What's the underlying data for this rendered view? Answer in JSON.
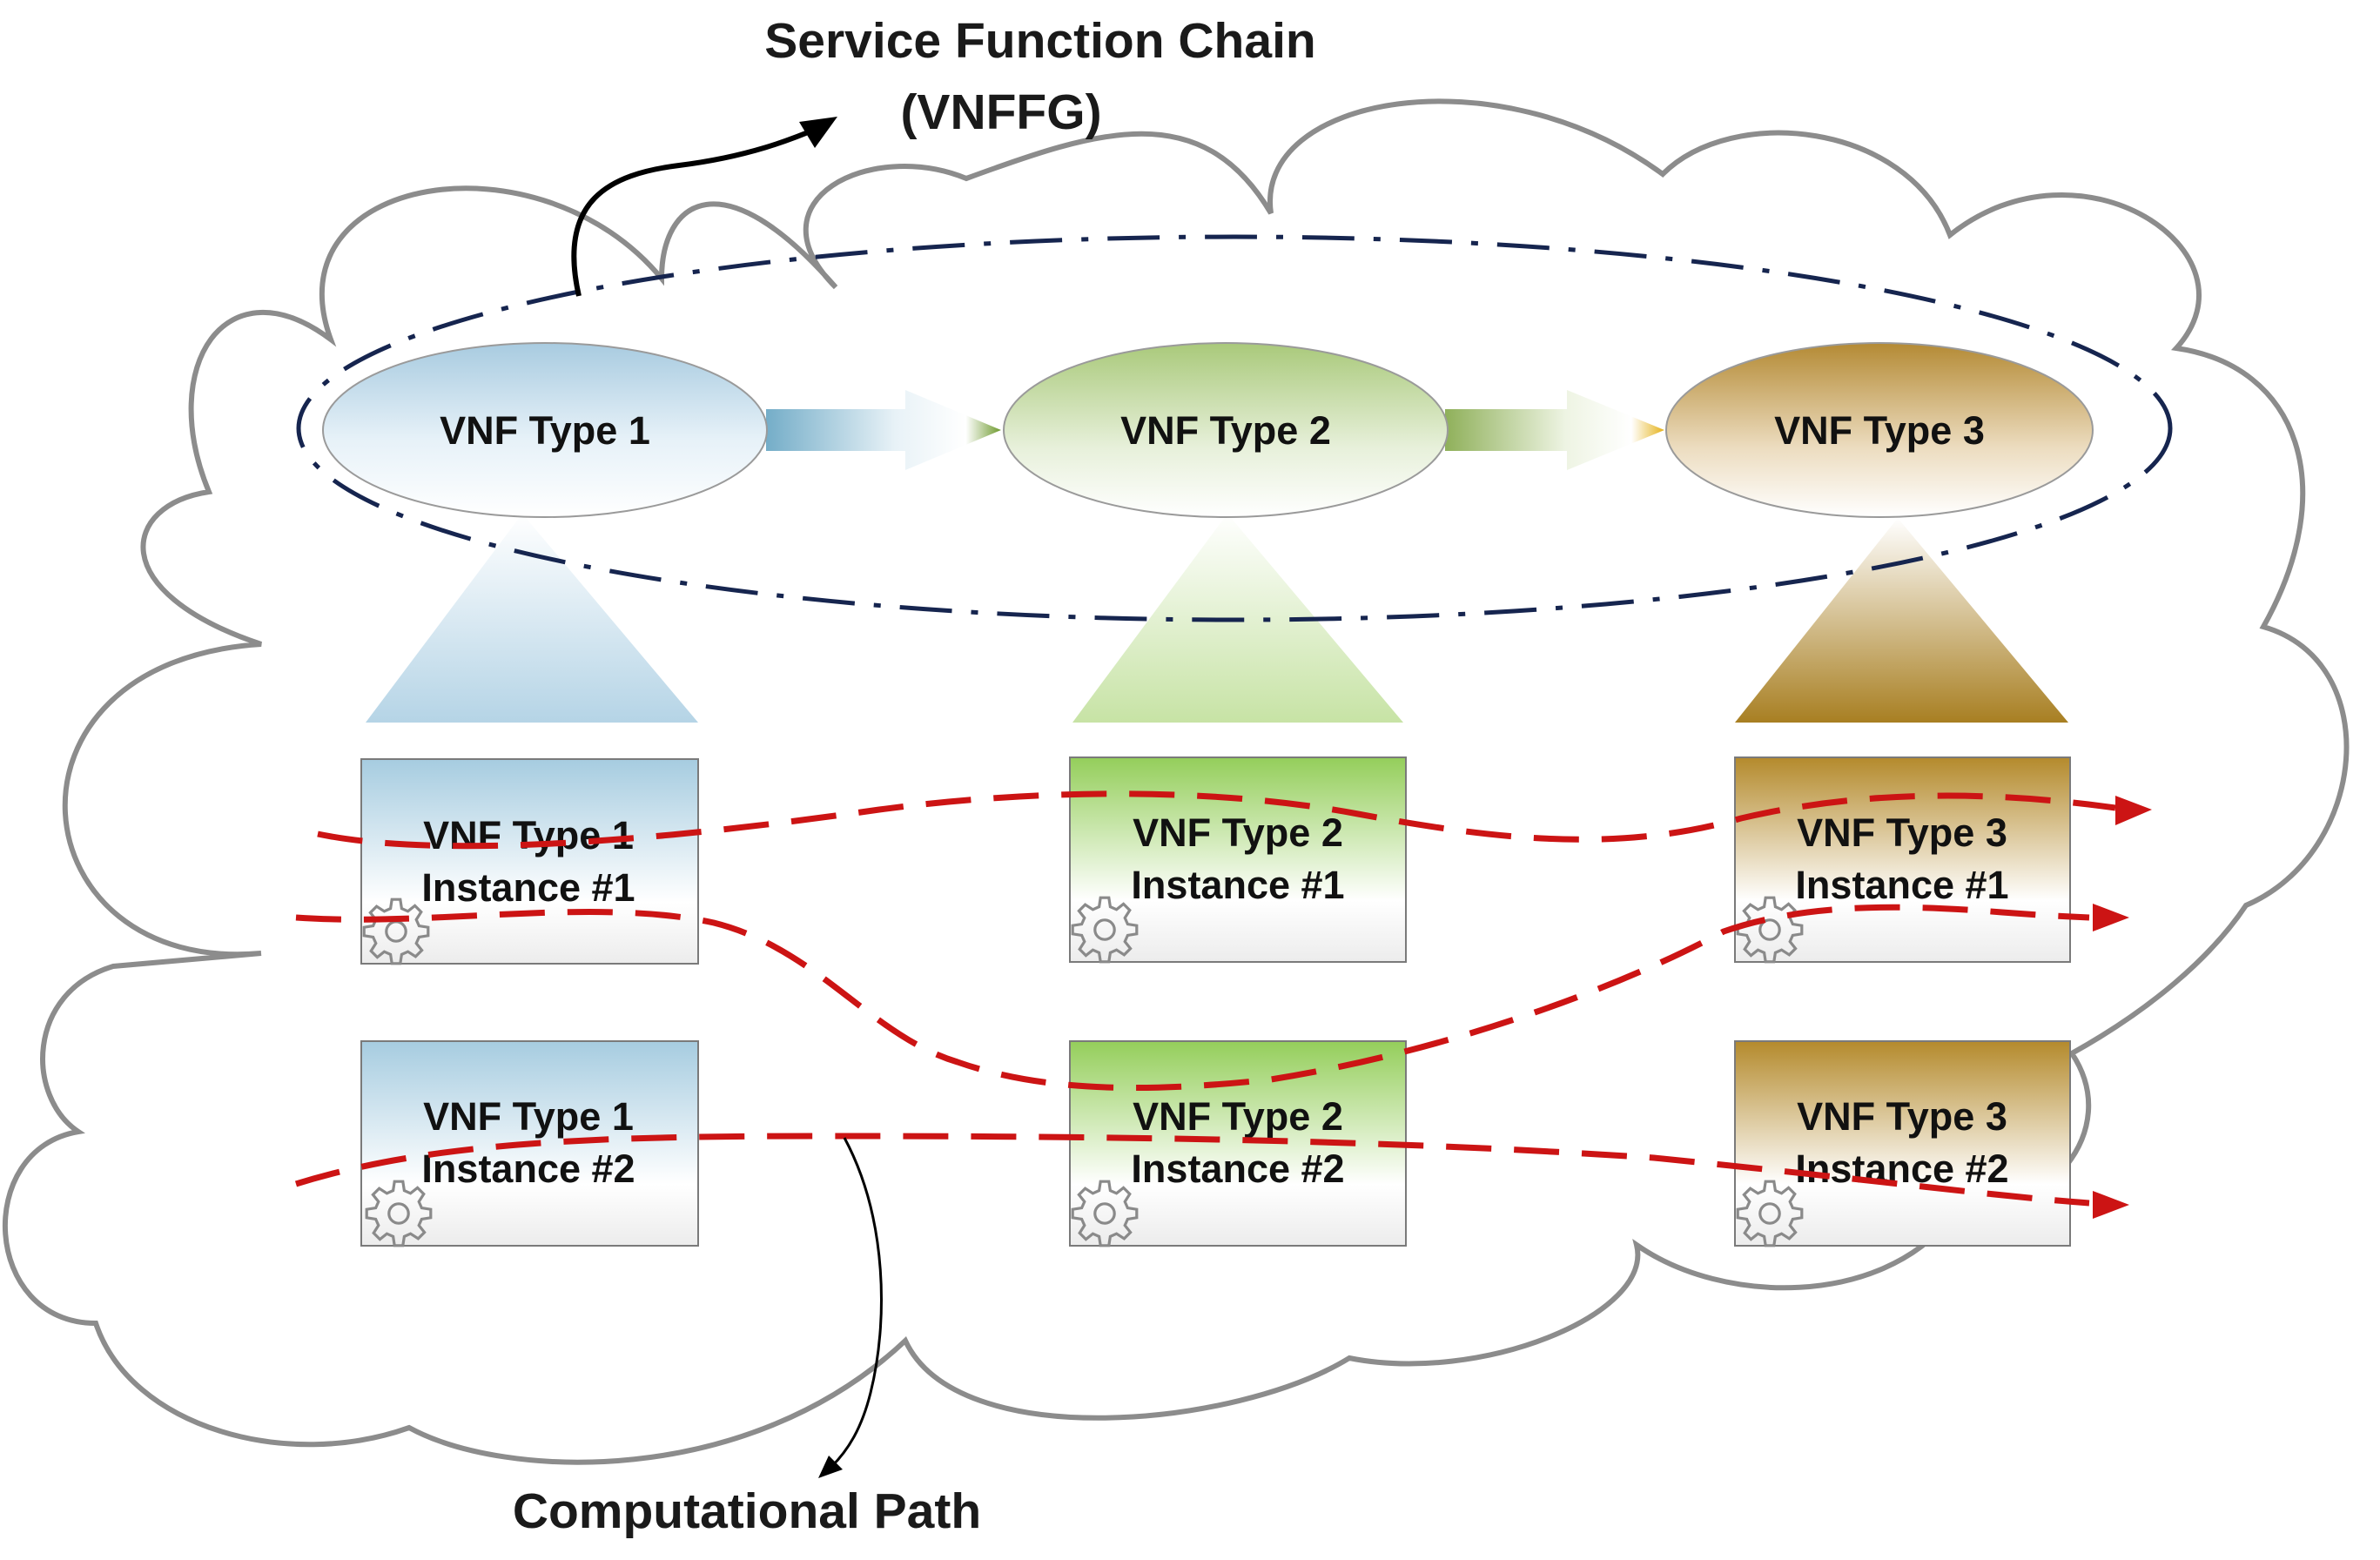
{
  "title": {
    "line1": "Service Function Chain",
    "line2": "(VNFFG)"
  },
  "bottom_label": "Computational Path",
  "colors": {
    "cloud_stroke": "#8c8c8c",
    "chain_ellipse": "#16254f",
    "path": "#cc1414",
    "type1": "#a9cde0",
    "type2": "#9fd06a",
    "type3": "#b98c2a"
  },
  "vnf_types": [
    {
      "label": "VNF Type 1"
    },
    {
      "label": "VNF Type 2"
    },
    {
      "label": "VNF Type 3"
    }
  ],
  "instances": [
    {
      "line1": "VNF Type 1",
      "line2": "Instance #1",
      "icon": "gear-icon"
    },
    {
      "line1": "VNF Type 2",
      "line2": "Instance #1",
      "icon": "gear-icon"
    },
    {
      "line1": "VNF Type 3",
      "line2": "Instance #1",
      "icon": "gear-icon"
    },
    {
      "line1": "VNF Type 1",
      "line2": "Instance #2",
      "icon": "gear-icon"
    },
    {
      "line1": "VNF Type 2",
      "line2": "Instance #2",
      "icon": "gear-icon"
    },
    {
      "line1": "VNF Type 3",
      "line2": "Instance #2",
      "icon": "gear-icon"
    }
  ]
}
